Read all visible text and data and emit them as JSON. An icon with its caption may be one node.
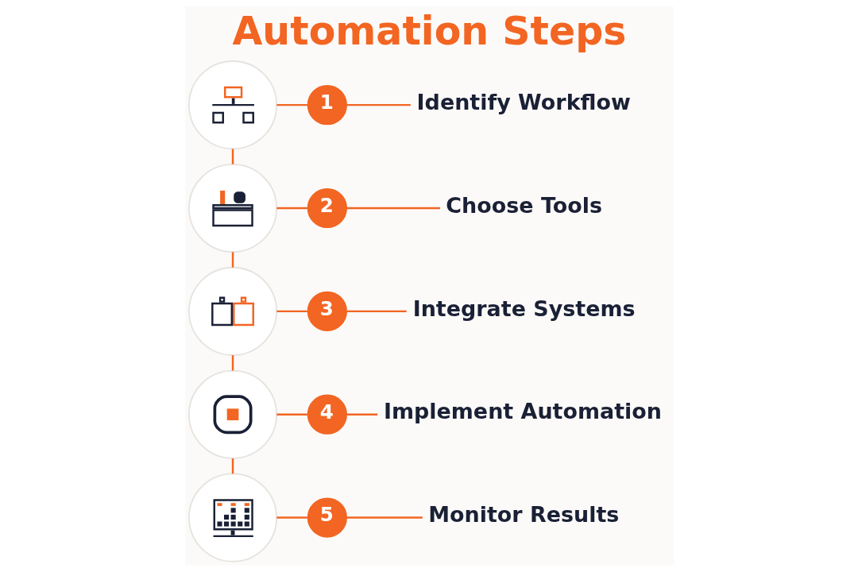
{
  "diagram": {
    "title": "Automation Steps",
    "nodes": [
      {
        "text": [],
        "shape": "picture"
      },
      {
        "text": [
          "1"
        ]
      },
      {
        "text": [
          "Identify Workflow"
        ]
      },
      {
        "text": [],
        "shape": "picture"
      },
      {
        "text": [
          "2"
        ]
      },
      {
        "text": [
          "Choose Tools"
        ]
      },
      {
        "text": [],
        "shape": "picture"
      },
      {
        "text": [
          "3"
        ]
      },
      {
        "text": [
          "Integrate Systems"
        ]
      },
      {
        "text": [],
        "shape": "picture"
      },
      {
        "text": [
          "4"
        ]
      },
      {
        "text": [
          "Implement Automation"
        ]
      },
      {
        "text": [],
        "shape": "picture"
      },
      {
        "text": [
          "5"
        ]
      },
      {
        "text": [
          "Monitor Results"
        ]
      }
    ],
    "edges": [
      {
        "from": 0,
        "to": 1,
        "arrow": "none"
      },
      {
        "from": 1,
        "to": 2,
        "arrow": "none"
      },
      {
        "from": 0,
        "to": 3,
        "arrow": "none"
      },
      {
        "from": 3,
        "to": 4,
        "arrow": "none"
      },
      {
        "from": 4,
        "to": 5,
        "arrow": "none"
      },
      {
        "from": 3,
        "to": 6,
        "arrow": "none"
      },
      {
        "from": 6,
        "to": 7,
        "arrow": "none"
      },
      {
        "from": 7,
        "to": 8,
        "arrow": "none"
      },
      {
        "from": 6,
        "to": 9,
        "arrow": "none"
      },
      {
        "from": 9,
        "to": 10,
        "arrow": "none"
      },
      {
        "from": 10,
        "to": 11,
        "arrow": "none"
      },
      {
        "from": 9,
        "to": 12,
        "arrow": "none"
      },
      {
        "from": 12,
        "to": 13,
        "arrow": "none"
      },
      {
        "from": 13,
        "to": 14,
        "arrow": "none"
      }
    ]
  }
}
